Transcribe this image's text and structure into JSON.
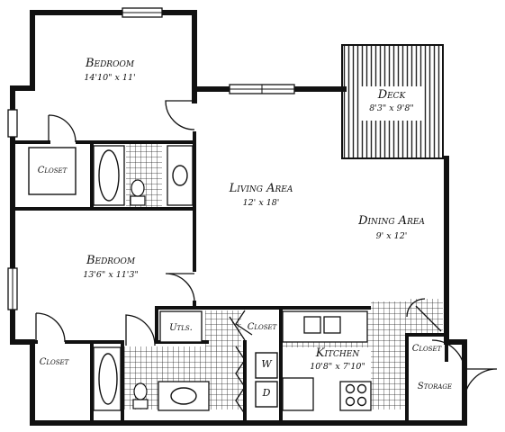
{
  "rooms": {
    "bedroom_top": {
      "name": "Bedroom",
      "size": "14'10\" x 11'"
    },
    "bedroom_bottom": {
      "name": "Bedroom",
      "size": "13'6\" x 11'3\""
    },
    "living": {
      "name": "Living Area",
      "size": "12' x 18'"
    },
    "dining": {
      "name": "Dining Area",
      "size": "9' x 12'"
    },
    "deck": {
      "name": "Deck",
      "size": "8'3\" x 9'8\""
    },
    "kitchen": {
      "name": "Kitchen",
      "size": "10'8\" x 7'10\""
    }
  },
  "closets": {
    "top": "Closet",
    "bottom": "Closet",
    "center": "Closet",
    "right": "Closet"
  },
  "utility": "Utls.",
  "storage": "Storage",
  "laundry": {
    "washer": "W",
    "dryer": "D"
  }
}
